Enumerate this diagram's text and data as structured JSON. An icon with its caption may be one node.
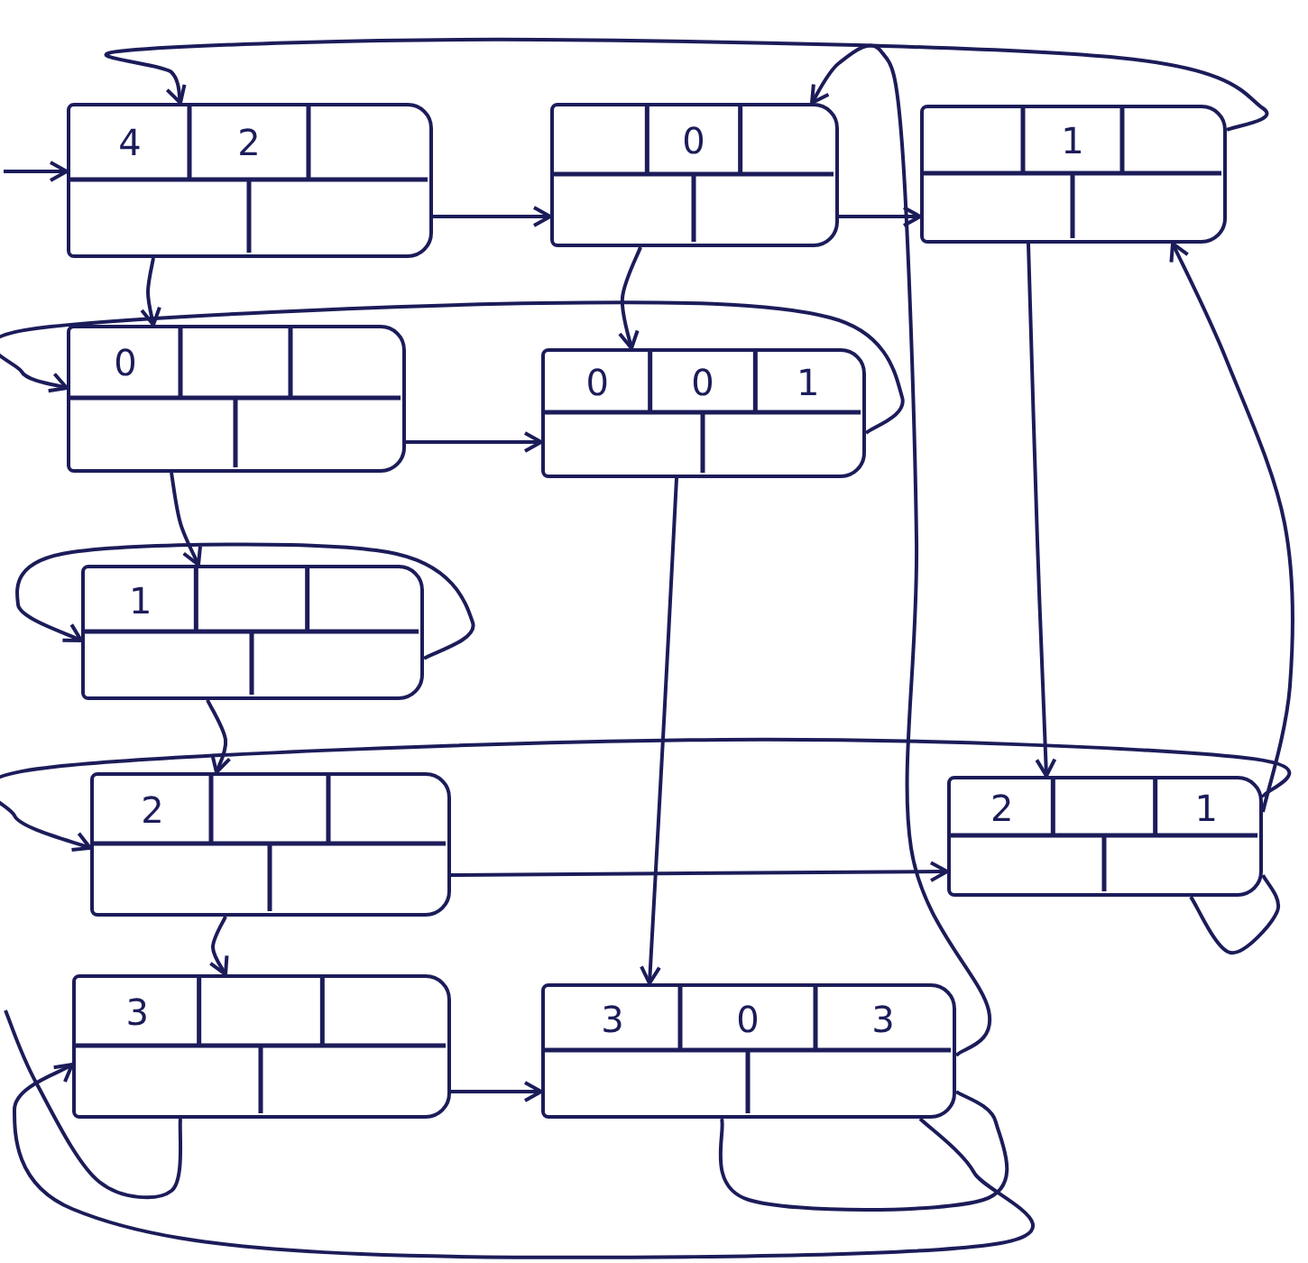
{
  "diagram": {
    "nodes": [
      {
        "text": [
          "4",
          "2"
        ]
      },
      {
        "text": [
          "0"
        ]
      },
      {
        "text": [
          "1"
        ]
      },
      {
        "text": [
          "0"
        ]
      },
      {
        "text": [
          "0",
          "0",
          "1"
        ]
      },
      {
        "text": [
          "1"
        ]
      },
      {
        "text": [
          "2"
        ]
      },
      {
        "text": [
          "2",
          "1"
        ]
      },
      {
        "text": [
          "3"
        ]
      },
      {
        "text": [
          "3",
          "0",
          "3"
        ]
      }
    ],
    "edges": [
      {
        "from": null,
        "to": 0,
        "arrow": "to"
      },
      {
        "from": 0,
        "to": 1,
        "arrow": "to"
      },
      {
        "from": 1,
        "to": 2,
        "arrow": "to"
      },
      {
        "from": 2,
        "to": 0,
        "arrow": "to"
      },
      {
        "from": 0,
        "to": 3,
        "arrow": "to"
      },
      {
        "from": 1,
        "to": 4,
        "arrow": "to"
      },
      {
        "from": 2,
        "to": 7,
        "arrow": "to"
      },
      {
        "from": 7,
        "to": 2,
        "arrow": "to"
      },
      {
        "from": 3,
        "to": 4,
        "arrow": "to"
      },
      {
        "from": 4,
        "to": 3,
        "arrow": "to"
      },
      {
        "from": 3,
        "to": 5,
        "arrow": "to"
      },
      {
        "from": 5,
        "to": 5,
        "arrow": "to"
      },
      {
        "from": 5,
        "to": 6,
        "arrow": "to"
      },
      {
        "from": 6,
        "to": 7,
        "arrow": "to"
      },
      {
        "from": 7,
        "to": 6,
        "arrow": "to"
      },
      {
        "from": 6,
        "to": 8,
        "arrow": "to"
      },
      {
        "from": 8,
        "to": 9,
        "arrow": "to"
      },
      {
        "from": 4,
        "to": 9,
        "arrow": "to"
      },
      {
        "from": 9,
        "to": 1,
        "arrow": "to"
      },
      {
        "from": 9,
        "to": 9,
        "arrow": "none"
      },
      {
        "from": 9,
        "to": 8,
        "arrow": "to"
      },
      {
        "from": 7,
        "to": 7,
        "arrow": "none"
      },
      {
        "from": 8,
        "to": null,
        "arrow": "none"
      }
    ]
  }
}
